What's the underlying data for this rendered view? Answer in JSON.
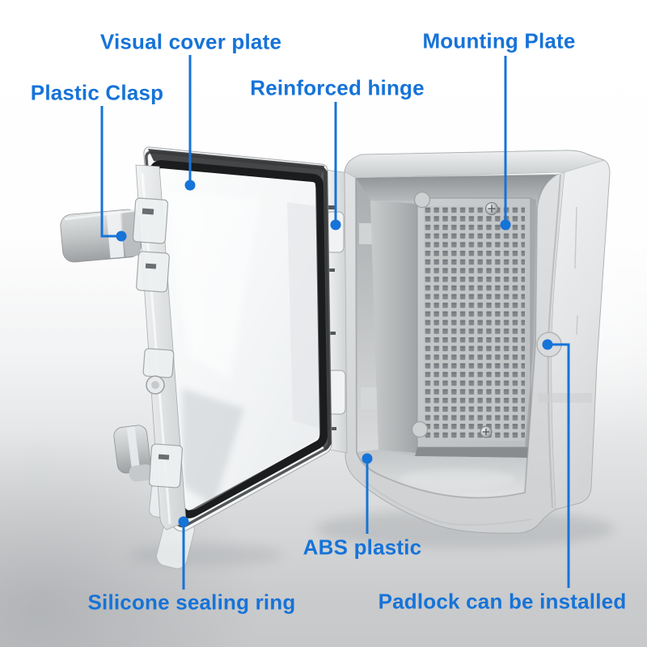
{
  "colors": {
    "accent": "#1673d8",
    "background_top": "#ffffff",
    "background_bottom": "#c7c8ca",
    "enclosure_gray": "#d6d8d9",
    "gasket_black": "#1b1c1e",
    "mounting_plate_gray": "#c3c6c7",
    "plate_hole_gray": "#82868a"
  },
  "annotations": {
    "visual_cover_plate": {
      "label": "Visual cover plate"
    },
    "plastic_clasp": {
      "label": "Plastic Clasp"
    },
    "reinforced_hinge": {
      "label": "Reinforced hinge"
    },
    "mounting_plate": {
      "label": "Mounting Plate"
    },
    "abs_plastic": {
      "label": "ABS plastic"
    },
    "silicone_sealing_ring": {
      "label": "Silicone sealing ring"
    },
    "padlock": {
      "label": "Padlock can be installed"
    }
  }
}
